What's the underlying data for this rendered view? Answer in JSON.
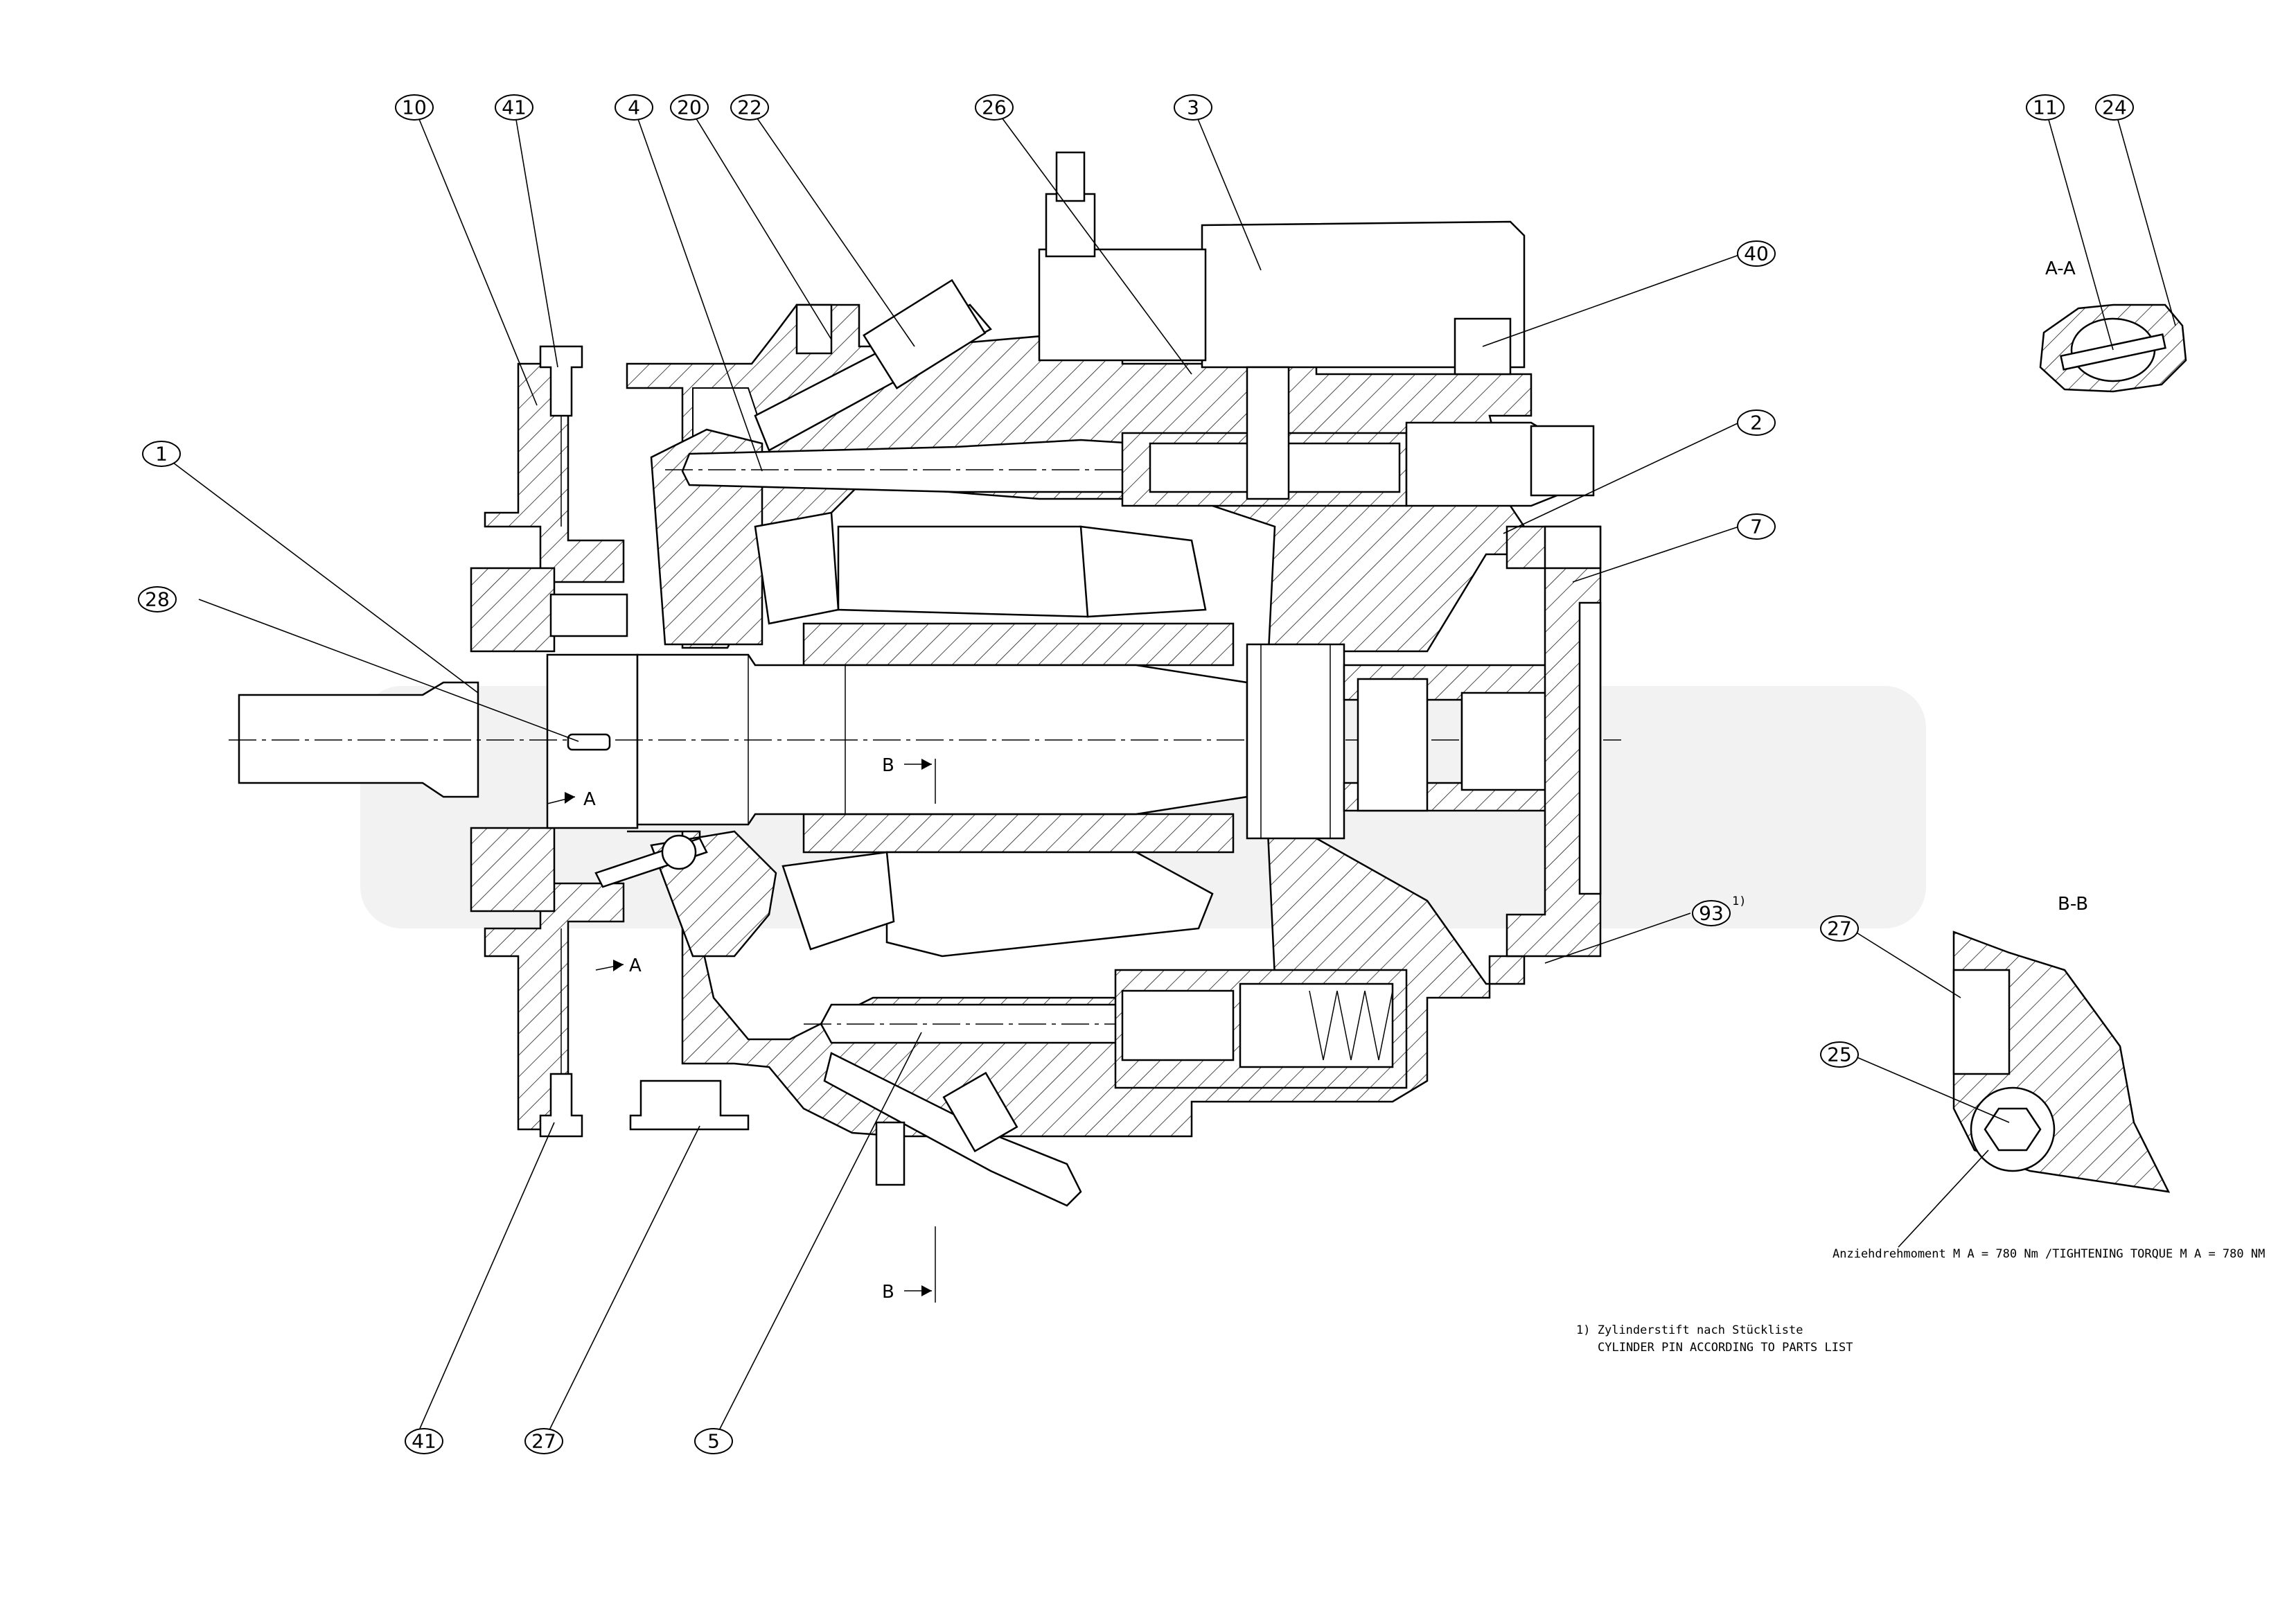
{
  "callouts": [
    {
      "id": "c10",
      "label": "10"
    },
    {
      "id": "c41a",
      "label": "41"
    },
    {
      "id": "c4",
      "label": "4"
    },
    {
      "id": "c20",
      "label": "20"
    },
    {
      "id": "c22",
      "label": "22"
    },
    {
      "id": "c26",
      "label": "26"
    },
    {
      "id": "c3",
      "label": "3"
    },
    {
      "id": "c40",
      "label": "40"
    },
    {
      "id": "c2",
      "label": "2"
    },
    {
      "id": "c7",
      "label": "7"
    },
    {
      "id": "c1",
      "label": "1"
    },
    {
      "id": "c28",
      "label": "28"
    },
    {
      "id": "c93",
      "label": "93"
    },
    {
      "id": "c41b",
      "label": "41"
    },
    {
      "id": "c27a",
      "label": "27"
    },
    {
      "id": "c5",
      "label": "5"
    },
    {
      "id": "c11",
      "label": "11"
    },
    {
      "id": "c24",
      "label": "24"
    },
    {
      "id": "c27b",
      "label": "27"
    },
    {
      "id": "c25",
      "label": "25"
    }
  ],
  "footnote_marker": "1)",
  "section_labels": {
    "aa_title": "A-A",
    "bb_title": "B-B",
    "a_upper": "A",
    "a_lower": "A",
    "b_upper": "B",
    "b_lower": "B"
  },
  "notes": {
    "torque": "Anziehdrehmoment M A = 780 Nm /TIGHTENING TORQUE M A = 780 NM",
    "footnote_line1": "1) Zylinderstift nach Stückliste",
    "footnote_line2": "CYLINDER PIN ACCORDING TO PARTS LIST"
  }
}
